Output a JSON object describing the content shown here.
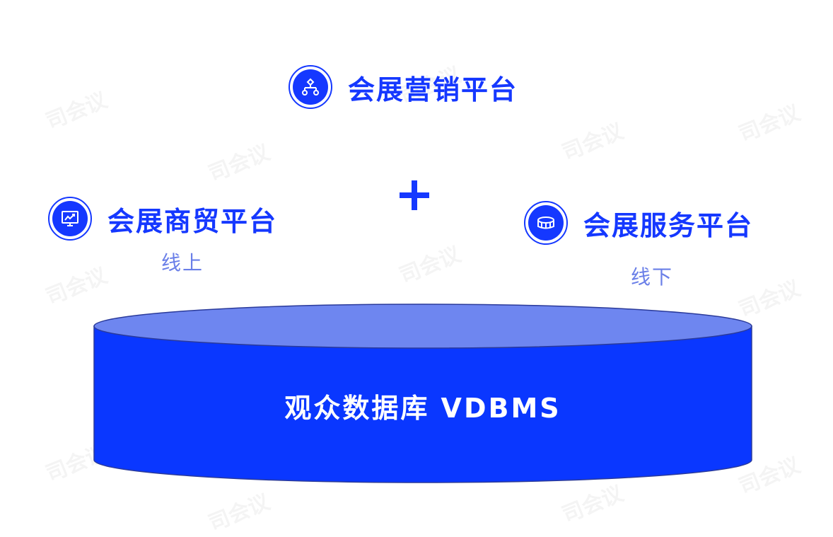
{
  "watermark": "司会议",
  "platforms": {
    "marketing": {
      "title": "会展营销平台",
      "icon": "flowchart-icon"
    },
    "trade": {
      "title": "会展商贸平台",
      "subtitle": "线上",
      "icon": "monitor-chart-icon"
    },
    "service": {
      "title": "会展服务平台",
      "subtitle": "线下",
      "icon": "stadium-icon"
    }
  },
  "database": {
    "label": "观众数据库 VDBMS"
  },
  "colors": {
    "accent": "#1538ff",
    "cylinder_top": "#6e86f0",
    "subtitle": "#6a7fe8"
  }
}
